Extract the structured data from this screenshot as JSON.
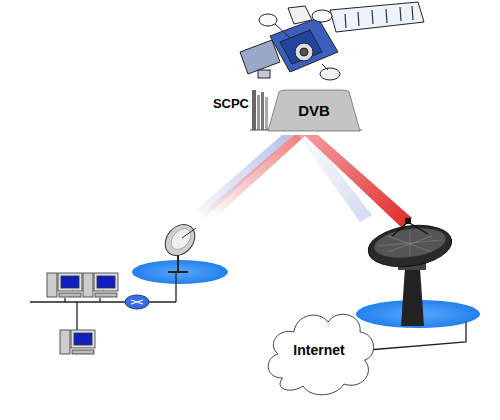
{
  "diagram": {
    "nodes": [
      {
        "text": [
          "DVB"
        ]
      },
      {
        "text": [
          "Internet"
        ]
      }
    ],
    "labels": [
      "SCPC"
    ]
  }
}
